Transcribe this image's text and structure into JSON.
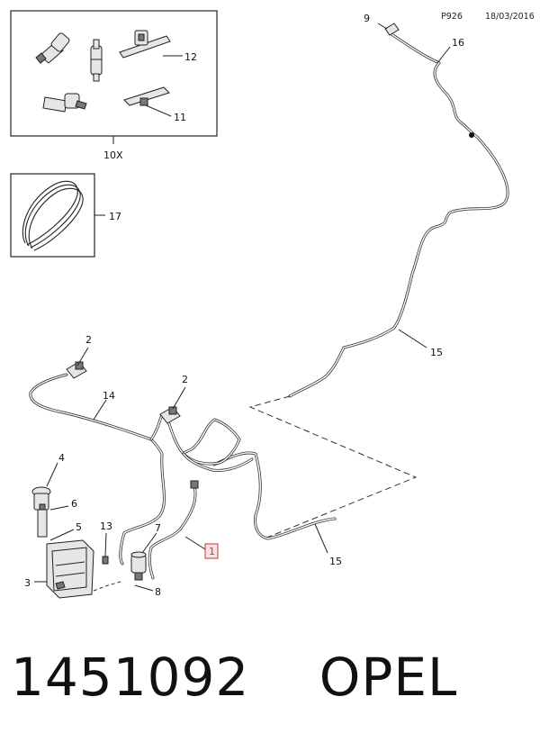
{
  "header": {
    "code": "P926",
    "date": "18/03/2016"
  },
  "callouts": {
    "c1": "1",
    "c2a": "2",
    "c2b": "2",
    "c3": "3",
    "c4": "4",
    "c5": "5",
    "c6": "6",
    "c7": "7",
    "c8": "8",
    "c9": "9",
    "c11": "11",
    "c12": "12",
    "c13": "13",
    "c14": "14",
    "c15a": "15",
    "c15b": "15",
    "c16": "16",
    "c17": "17"
  },
  "kit_box": {
    "quantity": "10X"
  },
  "footer": {
    "part_number": "1451092",
    "brand": "OPEL"
  },
  "colors": {
    "line": "#222222",
    "highlight": "#c23a3a",
    "highlight_fill": "#fbe3e3"
  }
}
